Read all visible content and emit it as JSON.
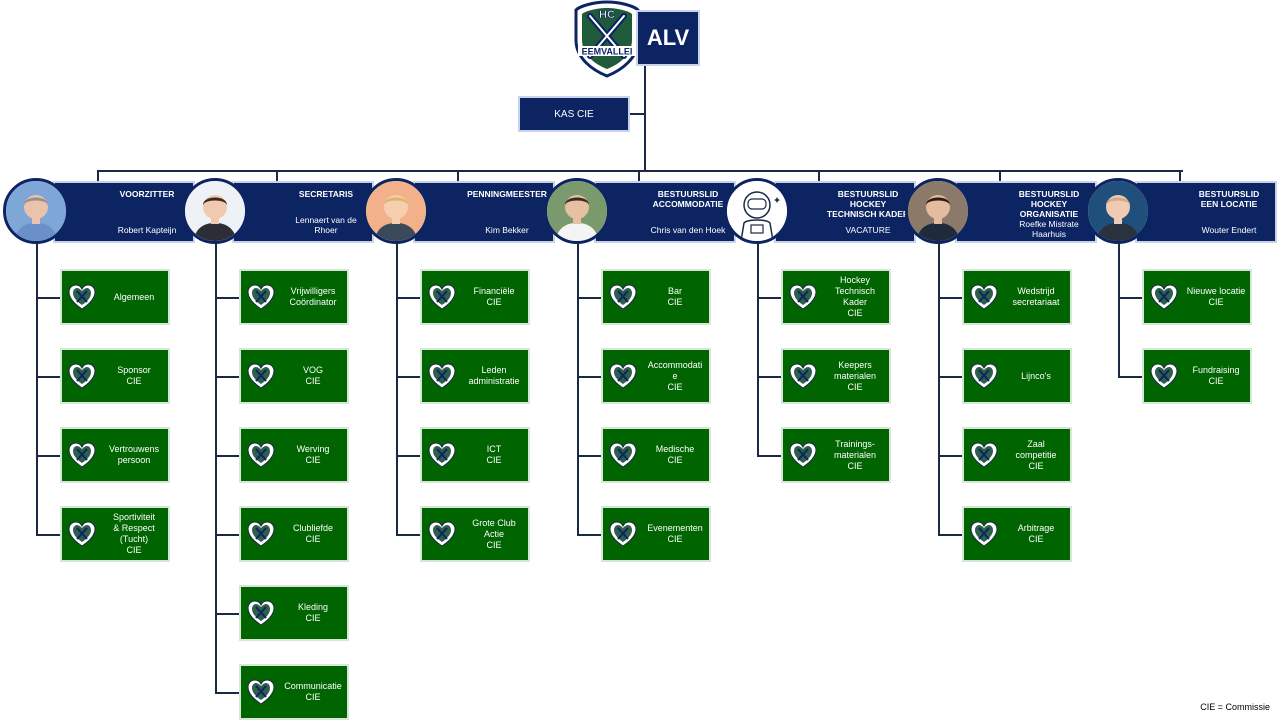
{
  "logo": {
    "top_text": "HC",
    "bottom_text": "EEMVALLEI"
  },
  "top": {
    "label": "ALV"
  },
  "kas": {
    "label": "KAS CIE"
  },
  "colors": {
    "navy": "#0c2461",
    "green": "#006400",
    "connector": "#1b2a44"
  },
  "columns": [
    {
      "title": "VOORZITTER",
      "name": "Robert Kapteijn",
      "children": [
        "Algemeen",
        "Sponsor\nCIE",
        "Vertrouwens\npersoon",
        "Sportiviteit\n& Respect\n(Tucht)\nCIE"
      ]
    },
    {
      "title": "SECRETARIS",
      "name": "Lennaert van de Rhoer",
      "children": [
        "Vrijwilligers\nCoördinator",
        "VOG\nCIE",
        "Werving\nCIE",
        "Clubliefde\nCIE",
        "Kleding\nCIE",
        "Communicatie\nCIE"
      ]
    },
    {
      "title": "PENNINGMEESTER",
      "name": "Kim Bekker",
      "children": [
        "Financiële\nCIE",
        "Leden\nadministratie",
        "ICT\nCIE",
        "Grote Club\nActie\nCIE"
      ]
    },
    {
      "title": "BESTUURSLID\nACCOMMODATIE",
      "name": "Chris van den Hoek",
      "children": [
        "Bar\nCIE",
        "Accommodati\ne\nCIE",
        "Medische\nCIE",
        "Evenementen\nCIE"
      ]
    },
    {
      "title": "BESTUURSLID HOCKEY\nTECHNISCH KADER",
      "name": "VACATURE",
      "children": [
        "Hockey\nTechnisch\nKader\nCIE",
        "Keepers\nmaterialen\nCIE",
        "Trainings-\nmaterialen\nCIE"
      ]
    },
    {
      "title": "BESTUURSLID\nHOCKEY ORGANISATIE",
      "name": "Roefke Mistrate\nHaarhuis",
      "children": [
        "Wedstrijd\nsecretariaat",
        "Lijnco's",
        "Zaal\ncompetitie\nCIE",
        "Arbitrage\nCIE"
      ]
    },
    {
      "title": "BESTUURSLID\nEEN LOCATIE",
      "name": "Wouter Endert",
      "children": [
        "Nieuwe locatie\nCIE",
        "Fundraising\nCIE"
      ]
    }
  ],
  "footnote": "CIE = Commissie"
}
